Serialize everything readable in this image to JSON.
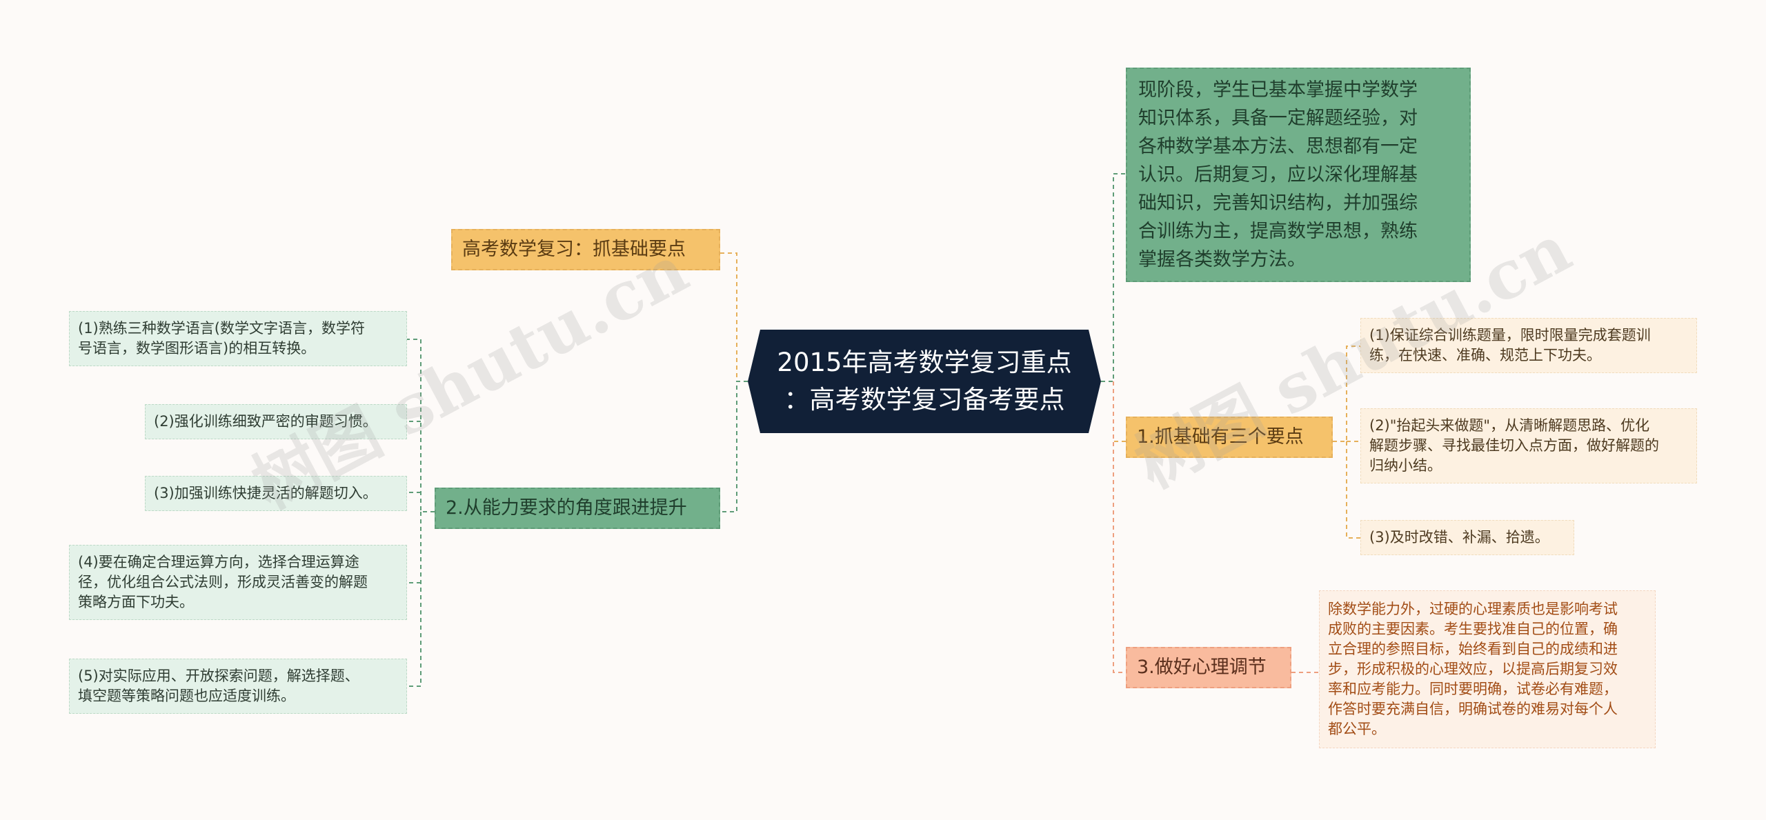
{
  "center": {
    "title": "2015年高考数学复习重点\n：高考数学复习备考要点"
  },
  "left": {
    "branch_basics": {
      "label": "高考数学复习：抓基础要点"
    },
    "branch_ability": {
      "label": "2.从能力要求的角度跟进提升",
      "items": [
        "(1)熟练三种数学语言(数学文字语言，数学符\n号语言，数学图形语言)的相互转换。",
        "(2)强化训练细致严密的审题习惯。",
        "(3)加强训练快捷灵活的解题切入。",
        "(4)要在确定合理运算方向，选择合理运算途\n径，优化组合公式法则，形成灵活善变的解题\n策略方面下功夫。",
        "(5)对实际应用、开放探索问题，解选择题、\n填空题等策略问题也应适度训练。"
      ]
    }
  },
  "right": {
    "intro": {
      "text": "现阶段，学生已基本掌握中学数学\n知识体系，具备一定解题经验，对\n各种数学基本方法、思想都有一定\n认识。后期复习，应以深化理解基\n础知识，完善知识结构，并加强综\n合训练为主，提高数学思想，熟练\n掌握各类数学方法。"
    },
    "branch_three": {
      "label": "1.抓基础有三个要点",
      "items": [
        "(1)保证综合训练题量，限时限量完成套题训\n练，在快速、准确、规范上下功夫。",
        "(2)\"抬起头来做题\"，从清晰解题思路、优化\n解题步骤、寻找最佳切入点方面，做好解题的\n归纳小结。",
        "(3)及时改错、补漏、拾遗。"
      ]
    },
    "branch_psy": {
      "label": "3.做好心理调节",
      "text": "除数学能力外，过硬的心理素质也是影响考试\n成败的主要因素。考生要找准自己的位置，确\n立合理的参照目标，始终看到自己的成绩和进\n步，形成积极的心理效应，以提高后期复习效\n率和应考能力。同时要明确，试卷必有难题，\n作答时要充满自信，明确试卷的难易对每个人\n都公平。"
    }
  },
  "watermark": {
    "text": "树图 shutu.cn"
  },
  "colors": {
    "center_bg": "#112037",
    "orange": "#f5c26b",
    "green": "#72b08b",
    "salmon": "#f9bb9e",
    "leaf_green": "#e4f2e9",
    "leaf_cream": "#fdf1e1",
    "psy_text": "#a24d16"
  }
}
